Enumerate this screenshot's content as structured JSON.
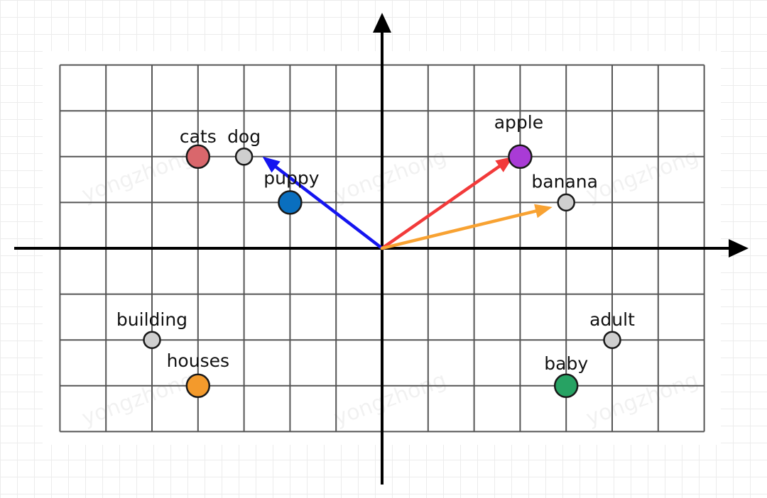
{
  "diagram": {
    "title": "",
    "watermark": "yongzhong",
    "grid": {
      "x_range": [
        -7,
        7
      ],
      "y_range": [
        -4,
        4
      ],
      "gridlines": true
    },
    "points": [
      {
        "label": "cats",
        "x": -4,
        "y": 2,
        "color": "#d9676c",
        "size": "large"
      },
      {
        "label": "dog",
        "x": -3,
        "y": 2,
        "color": "#cfcfcf",
        "size": "small"
      },
      {
        "label": "puppy",
        "x": -2,
        "y": 1,
        "color": "#0a6fbf",
        "size": "large"
      },
      {
        "label": "apple",
        "x": 3,
        "y": 2,
        "color": "#a93bd6",
        "size": "large"
      },
      {
        "label": "banana",
        "x": 4,
        "y": 1,
        "color": "#cfcfcf",
        "size": "small"
      },
      {
        "label": "building",
        "x": -5,
        "y": -2,
        "color": "#cfcfcf",
        "size": "small"
      },
      {
        "label": "houses",
        "x": -4,
        "y": -3,
        "color": "#f39a2c",
        "size": "large"
      },
      {
        "label": "adult",
        "x": 5,
        "y": -2,
        "color": "#cfcfcf",
        "size": "small"
      },
      {
        "label": "baby",
        "x": 4,
        "y": -3,
        "color": "#27a263",
        "size": "large"
      }
    ],
    "vectors": [
      {
        "name": "blue",
        "to_x": -2.6,
        "to_y": 2,
        "color": "#1515f0"
      },
      {
        "name": "red",
        "to_x": 2.85,
        "to_y": 2,
        "color": "#f23a3a"
      },
      {
        "name": "orange",
        "to_x": 3.7,
        "to_y": 0.9,
        "color": "#f8a232"
      }
    ],
    "axis_color": "#000000",
    "grid_color": "#555555"
  }
}
